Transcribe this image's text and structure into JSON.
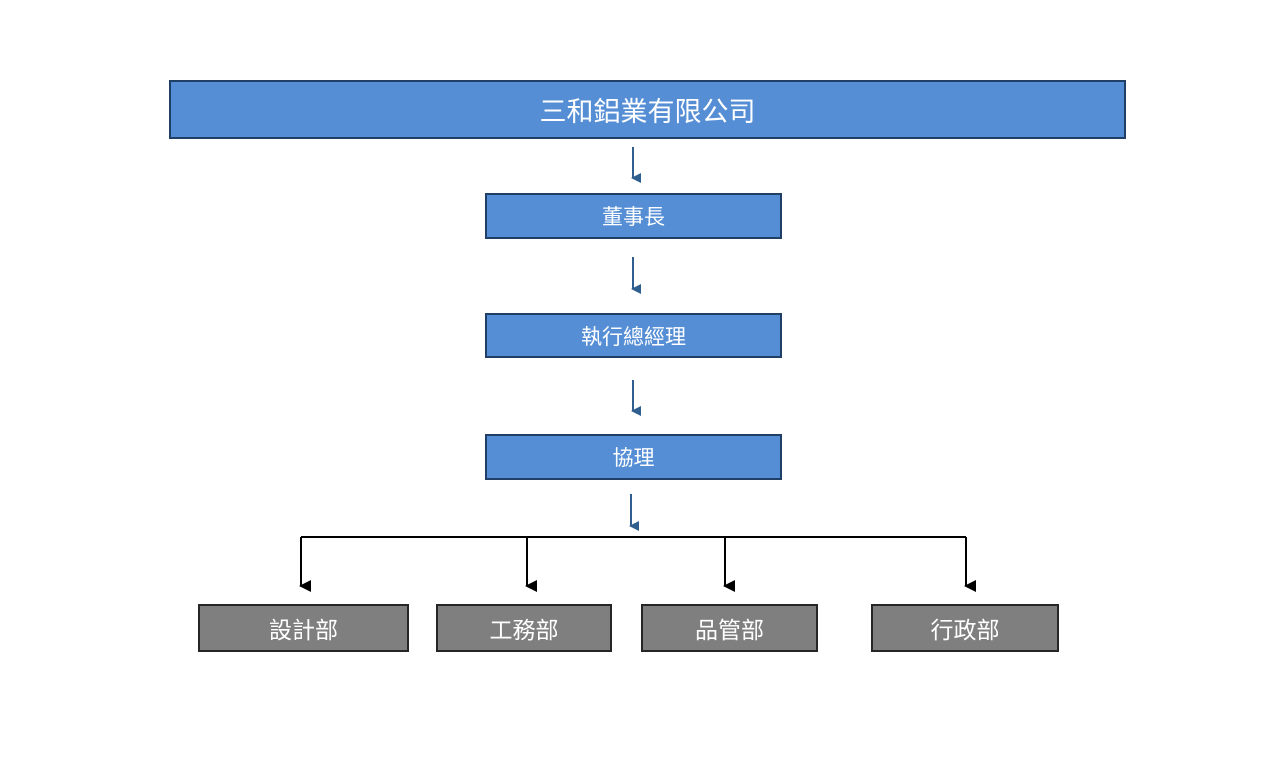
{
  "company": "三和鋁業有限公司",
  "levels": [
    "董事長",
    "執行總經理",
    "協理"
  ],
  "departments": [
    "設計部",
    "工務部",
    "品管部",
    "行政部"
  ],
  "colors": {
    "management_fill": "#558ed5",
    "management_border": "#1f3f66",
    "department_fill": "#7f7f7f",
    "department_border": "#262626",
    "arrow_blue": "#2f5f8f",
    "arrow_black": "#000000"
  }
}
